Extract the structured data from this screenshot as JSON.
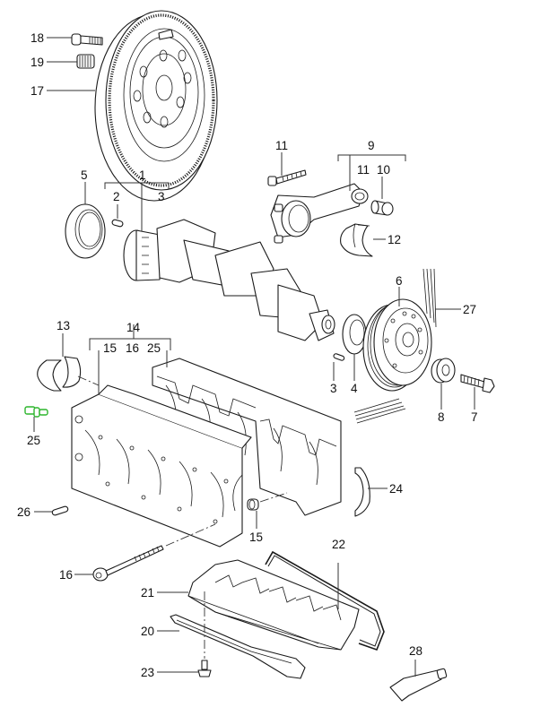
{
  "diagram": {
    "title": "Crankshaft, crankcase and flywheel exploded parts diagram",
    "highlight_color": "#2db52d",
    "line_color": "#1a1a1a",
    "callouts": {
      "c1": "1",
      "c2": "2",
      "c3a": "3",
      "c3b": "3",
      "c4": "4",
      "c5": "5",
      "c6": "6",
      "c7": "7",
      "c8": "8",
      "c9": "9",
      "c10": "10",
      "c11a": "11",
      "c11b": "11",
      "c12": "12",
      "c13": "13",
      "c14": "14",
      "c15a": "15",
      "c15b": "15",
      "c16a": "16",
      "c16b": "16",
      "c17": "17",
      "c18": "18",
      "c19": "19",
      "c20": "20",
      "c21": "21",
      "c22": "22",
      "c23": "23",
      "c24": "24",
      "c25a": "25",
      "c25b": "25",
      "c26": "26",
      "c27": "27",
      "c28": "28"
    },
    "parts": [
      {
        "id": "flywheel",
        "callout": "17"
      },
      {
        "id": "flywheel-bolt",
        "callout": "18"
      },
      {
        "id": "pilot-bearing",
        "callout": "19"
      },
      {
        "id": "crankshaft",
        "callout": "1"
      },
      {
        "id": "dowel-pin",
        "callout": "2"
      },
      {
        "id": "front-seal",
        "callout": "5"
      },
      {
        "id": "rear-seal",
        "callout": "4"
      },
      {
        "id": "vibration-damper",
        "callout": "6"
      },
      {
        "id": "damper-bolt",
        "callout": "7"
      },
      {
        "id": "washer",
        "callout": "8"
      },
      {
        "id": "connecting-rod",
        "callout": "9"
      },
      {
        "id": "bushing",
        "callout": "10"
      },
      {
        "id": "rod-bolt",
        "callout": "11"
      },
      {
        "id": "rod-bearing",
        "callout": "12"
      },
      {
        "id": "main-bearing",
        "callout": "13"
      },
      {
        "id": "crankcase",
        "callout": "14"
      },
      {
        "id": "sleeve",
        "callout": "15"
      },
      {
        "id": "crankcase-bolt",
        "callout": "16"
      },
      {
        "id": "oil-pan-gasket",
        "callout": "20"
      },
      {
        "id": "oil-baffle",
        "callout": "21"
      },
      {
        "id": "sealing-ring",
        "callout": "22"
      },
      {
        "id": "pan-bolt",
        "callout": "23"
      },
      {
        "id": "thrust-washer",
        "callout": "24"
      },
      {
        "id": "oil-jet",
        "callout": "25",
        "highlighted": true
      },
      {
        "id": "crankcase-dowel",
        "callout": "26"
      },
      {
        "id": "drive-belt",
        "callout": "27"
      },
      {
        "id": "sealant-tube",
        "callout": "28"
      }
    ]
  }
}
